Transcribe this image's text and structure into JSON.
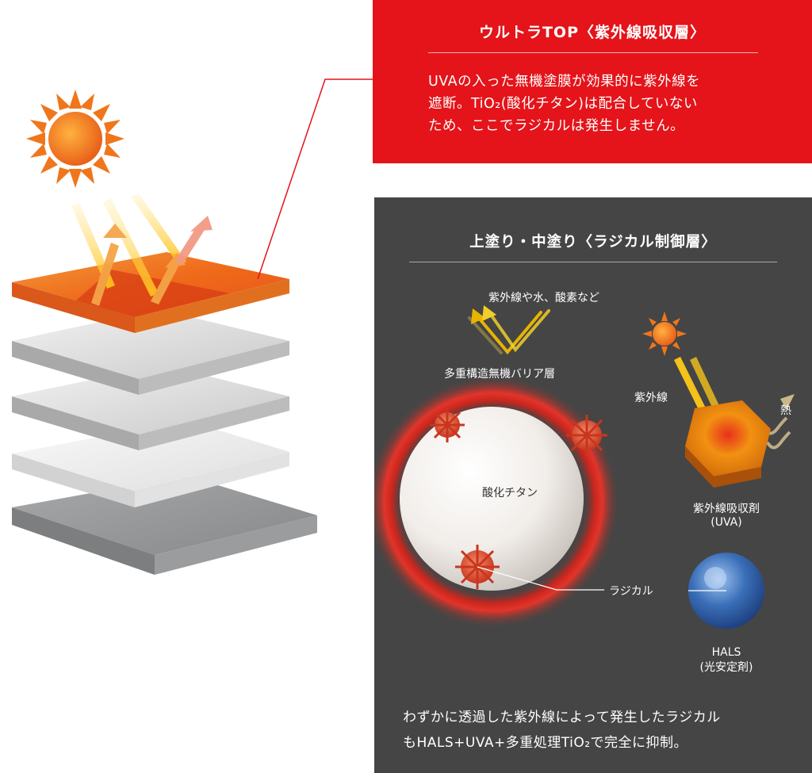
{
  "colors": {
    "red": "#e4141a",
    "dark": "#454546",
    "orange": "#ef7a1e"
  },
  "top_box": {
    "title": "ウルトラTOP〈紫外線吸収層〉",
    "lines": [
      "UVAの入った無機塗膜が効果的に紫外線を",
      "遮断。TiO₂(酸化チタン)は配合していない",
      "ため、ここでラジカルは発生しません。"
    ]
  },
  "panel": {
    "title": "上塗り・中塗り〈ラジカル制御層〉",
    "labels": {
      "uv_water_oxygen": "紫外線や水、酸素など",
      "barrier": "多重構造無機バリア層",
      "titanium": "酸化チタン",
      "radical": "ラジカル",
      "uv": "紫外線",
      "heat": "熱",
      "uva_line1": "紫外線吸収剤",
      "uva_line2": "(UVA)",
      "hals_line1": "HALS",
      "hals_line2": "(光安定剤)"
    },
    "bottom_lines": [
      "わずかに透過した紫外線によって発生したラジカル",
      "もHALS+UVA+多重処理TiO₂で完全に抑制。"
    ]
  },
  "icons": {
    "sun": "sun-icon",
    "radical": "radical-particle-icon",
    "arrow": "arrow-icon"
  }
}
